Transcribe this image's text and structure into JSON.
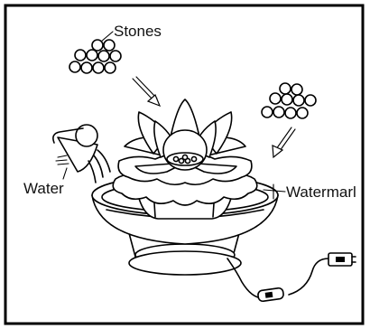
{
  "labels": {
    "stones": "Stones",
    "water": "Water",
    "watermark": "Watermarl"
  },
  "colors": {
    "ink": "#000000",
    "background": "#ffffff"
  }
}
